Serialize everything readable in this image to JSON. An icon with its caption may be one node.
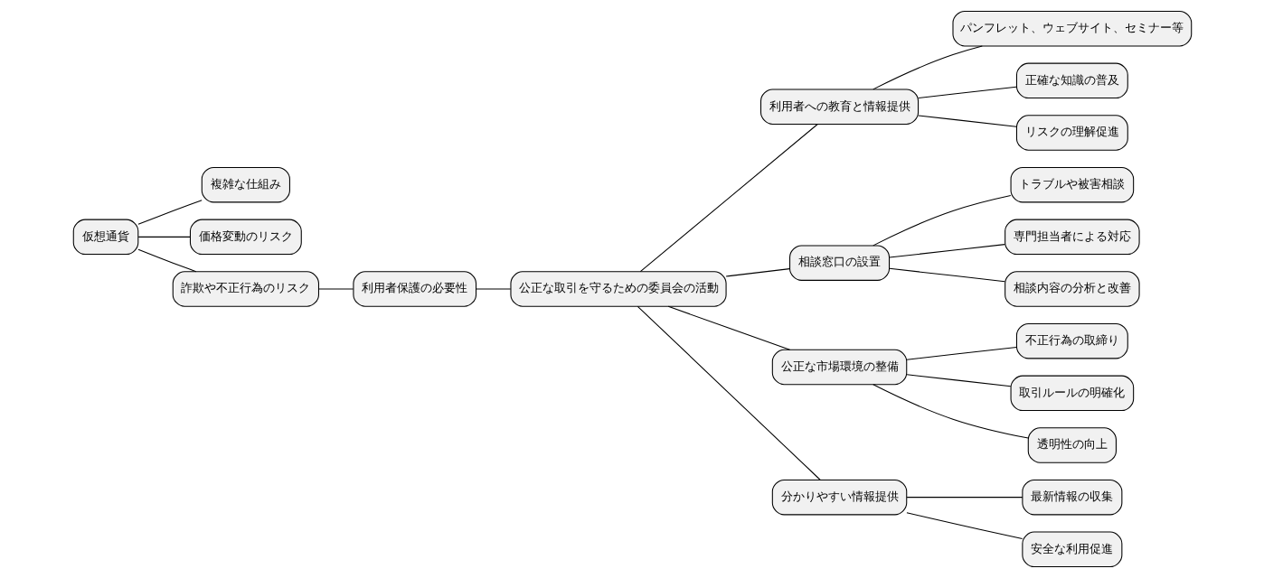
{
  "diagram": {
    "nodes": [
      {
        "text": [
          "仮想通貨"
        ]
      },
      {
        "text": [
          "複雑な仕組み"
        ]
      },
      {
        "text": [
          "価格変動のリスク"
        ]
      },
      {
        "text": [
          "詐欺や不正行為のリスク"
        ]
      },
      {
        "text": [
          "利用者保護の必要性"
        ]
      },
      {
        "text": [
          "公正な取引を守るための委員会の活動"
        ]
      },
      {
        "text": [
          "利用者への教育と情報提供"
        ]
      },
      {
        "text": [
          "パンフレット、ウェブサイト、セミナー等"
        ]
      },
      {
        "text": [
          "正確な知識の普及"
        ]
      },
      {
        "text": [
          "リスクの理解促進"
        ]
      },
      {
        "text": [
          "相談窓口の設置"
        ]
      },
      {
        "text": [
          "トラブルや被害相談"
        ]
      },
      {
        "text": [
          "専門担当者による対応"
        ]
      },
      {
        "text": [
          "相談内容の分析と改善"
        ]
      },
      {
        "text": [
          "公正な市場環境の整備"
        ]
      },
      {
        "text": [
          "不正行為の取締り"
        ]
      },
      {
        "text": [
          "取引ルールの明確化"
        ]
      },
      {
        "text": [
          "透明性の向上"
        ]
      },
      {
        "text": [
          "分かりやすい情報提供"
        ]
      },
      {
        "text": [
          "最新情報の収集"
        ]
      },
      {
        "text": [
          "安全な利用促進"
        ]
      }
    ],
    "edges": [
      {
        "from": 0,
        "to": 1,
        "arrow": "none"
      },
      {
        "from": 0,
        "to": 2,
        "arrow": "none"
      },
      {
        "from": 0,
        "to": 3,
        "arrow": "none"
      },
      {
        "from": 3,
        "to": 4,
        "arrow": "none"
      },
      {
        "from": 4,
        "to": 5,
        "arrow": "none"
      },
      {
        "from": 5,
        "to": 6,
        "arrow": "none"
      },
      {
        "from": 6,
        "to": 7,
        "arrow": "none"
      },
      {
        "from": 6,
        "to": 8,
        "arrow": "none"
      },
      {
        "from": 6,
        "to": 9,
        "arrow": "none"
      },
      {
        "from": 5,
        "to": 10,
        "arrow": "none"
      },
      {
        "from": 10,
        "to": 11,
        "arrow": "none"
      },
      {
        "from": 10,
        "to": 12,
        "arrow": "none"
      },
      {
        "from": 10,
        "to": 13,
        "arrow": "none"
      },
      {
        "from": 5,
        "to": 14,
        "arrow": "none"
      },
      {
        "from": 14,
        "to": 15,
        "arrow": "none"
      },
      {
        "from": 14,
        "to": 16,
        "arrow": "none"
      },
      {
        "from": 14,
        "to": 17,
        "arrow": "none"
      },
      {
        "from": 5,
        "to": 18,
        "arrow": "none"
      },
      {
        "from": 18,
        "to": 19,
        "arrow": "none"
      },
      {
        "from": 18,
        "to": 20,
        "arrow": "none"
      }
    ]
  }
}
